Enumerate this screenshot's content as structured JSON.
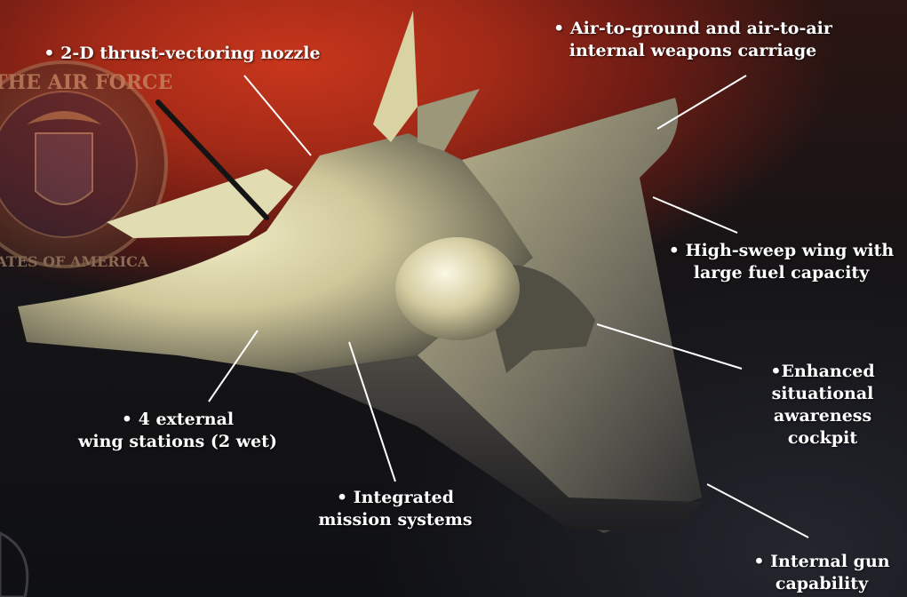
{
  "labels": {
    "nozzle": "• 2-D thrust-vectoring nozzle",
    "weapons": "• Air-to-ground and air-to-air\ninternal weapons carriage",
    "wing": "• High-sweep wing with\nlarge fuel capacity",
    "cockpit": "•Enhanced\nsituational\nawareness\ncockpit",
    "stations": "• 4 external\nwing stations (2 wet)",
    "mission": "• Integrated\nmission systems",
    "gun": "• Internal gun\ncapability"
  },
  "seal": {
    "text": "DEPARTMENT OF THE AIR FORCE • UNITED STATES OF AMERICA"
  },
  "colors": {
    "background_red": "#c8361c",
    "background_dark": "#0f1014",
    "aircraft_body": "#d8d2a4",
    "label_text": "#ffffff",
    "seal_tint": "#8a6a52"
  }
}
